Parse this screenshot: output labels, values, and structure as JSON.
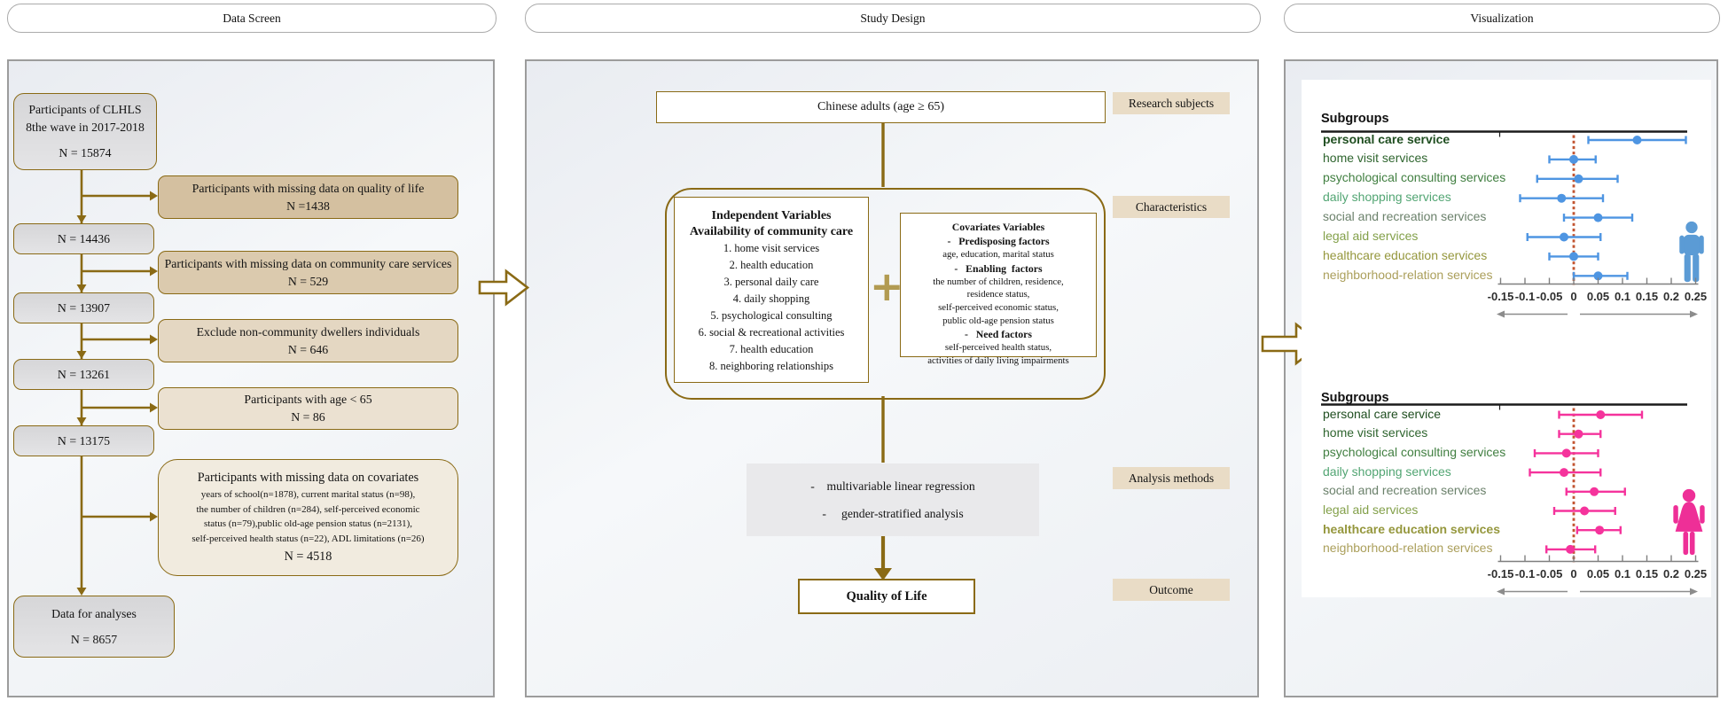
{
  "headers": {
    "left": "Data Screen",
    "middle": "Study Design",
    "right": "Visualization"
  },
  "colors": {
    "gold": "#8a6a15",
    "refline": "#c25430",
    "male_point": "#4e95e2",
    "female_point": "#f5339c",
    "male_icon": "#5b9bd5",
    "female_icon": "#ee2f97",
    "side_label_bg": "#e9dcc6"
  },
  "flow": {
    "start": {
      "line1": "Participants of CLHLS",
      "line2": "8the wave in 2017-2018",
      "n": "N = 15874"
    },
    "steps": [
      "N = 14436",
      "N = 13907",
      "N = 13261",
      "N = 13175"
    ],
    "exclusions": [
      {
        "text": "Participants  with missing data on quality of life",
        "n": "N =1438"
      },
      {
        "text": "Participants  with missing data on community care services",
        "n": "N = 529"
      },
      {
        "text": "Exclude non-community dwellers individuals",
        "n": "N = 646"
      },
      {
        "text": "Participants with age < 65",
        "n": "N = 86"
      }
    ],
    "covariates_exclusion": {
      "title": "Participants with missing data on covariates",
      "details": [
        "years of school(n=1878), current marital status (n=98),",
        "the number of children (n=284), self-perceived economic",
        "status (n=79),public old-age pension status (n=2131),",
        "self-perceived health status (n=22), ADL limitations (n=26)"
      ],
      "n": "N = 4518"
    },
    "final": {
      "line1": "Data for analyses",
      "n": "N = 8657"
    }
  },
  "study": {
    "subjects_box": "Chinese adults (age ≥ 65)",
    "side_labels": {
      "subjects": "Research subjects",
      "characteristics": "Characteristics",
      "analysis": "Analysis methods",
      "outcome": "Outcome"
    },
    "independent": {
      "title1": "Independent Variables",
      "title2": "Availability of community care",
      "items": [
        "1. home visit services",
        "2. health education",
        "3. personal daily care",
        "4. daily shopping",
        "5. psychological consulting",
        "6. social & recreational activities",
        "7. health education",
        "8. neighboring relationships"
      ]
    },
    "plus_sign": "+",
    "covariates": {
      "lines": [
        "Covariates Variables",
        "-   Predisposing factors",
        "age, education, marital status",
        "-   Enabling  factors",
        "the number of children, residence,",
        "residence status,",
        "self-perceived economic status,",
        "public old-age pension status",
        "-   Need factors",
        "self-perceived health status,",
        "activities of daily living impairments"
      ]
    },
    "analysis_box": {
      "items": [
        "-    multivariable linear regression",
        "-     gender-stratified analysis"
      ]
    },
    "outcome_box": "Quality of Life"
  },
  "chart_data": [
    {
      "type": "forest",
      "title": "Subgroups",
      "group": "male",
      "point_color": "#4e95e2",
      "categories": [
        "personal care service",
        "home visit services",
        "psychological consulting services",
        "daily shopping services",
        "social and recreation services",
        "legal aid services",
        "healthcare education services",
        "neighborhood-relation services"
      ],
      "label_colors": [
        "#1f4e20",
        "#2f652f",
        "#417f41",
        "#52a573",
        "#6b816b",
        "#83a04a",
        "#95973d",
        "#ab9f5b"
      ],
      "bold_category_index": 0,
      "estimates": [
        0.13,
        0.0,
        0.01,
        -0.025,
        0.05,
        -0.02,
        0.0,
        0.05
      ],
      "ci_low": [
        0.03,
        -0.05,
        -0.075,
        -0.11,
        -0.02,
        -0.095,
        -0.05,
        0.0
      ],
      "ci_high": [
        0.23,
        0.045,
        0.09,
        0.06,
        0.12,
        0.055,
        0.05,
        0.11
      ],
      "refline": 0,
      "xlim": [
        -0.17,
        0.26
      ],
      "xticks": [
        -0.15,
        -0.1,
        -0.05,
        0,
        0.05,
        0.1,
        0.15,
        0.2,
        0.25
      ],
      "xtick_labels": [
        "-0.15",
        "-0.1",
        "-0.05",
        "0",
        "0.05",
        "0.1",
        "0.15",
        "0.2",
        "0.25"
      ]
    },
    {
      "type": "forest",
      "title": "Subgroups",
      "group": "female",
      "point_color": "#f5339c",
      "categories": [
        "personal care service",
        "home visit services",
        "psychological consulting services",
        "daily shopping services",
        "social and recreation services",
        "legal aid services",
        "healthcare education services",
        "neighborhood-relation services"
      ],
      "label_colors": [
        "#1f4e20",
        "#2f652f",
        "#417f41",
        "#52a573",
        "#6b816b",
        "#83a04a",
        "#95973d",
        "#ab9f5b"
      ],
      "bold_category_index": 6,
      "estimates": [
        0.055,
        0.01,
        -0.015,
        -0.02,
        0.042,
        0.022,
        0.053,
        -0.007
      ],
      "ci_low": [
        -0.03,
        -0.03,
        -0.08,
        -0.09,
        -0.015,
        -0.04,
        0.007,
        -0.056
      ],
      "ci_high": [
        0.14,
        0.055,
        0.05,
        0.055,
        0.105,
        0.085,
        0.096,
        0.044
      ],
      "refline": 0,
      "xlim": [
        -0.17,
        0.26
      ],
      "xticks": [
        -0.15,
        -0.1,
        -0.05,
        0,
        0.05,
        0.1,
        0.15,
        0.2,
        0.25
      ],
      "xtick_labels": [
        "-0.15",
        "-0.1",
        "-0.05",
        "0",
        "0.05",
        "0.1",
        "0.15",
        "0.2",
        "0.25"
      ]
    }
  ]
}
